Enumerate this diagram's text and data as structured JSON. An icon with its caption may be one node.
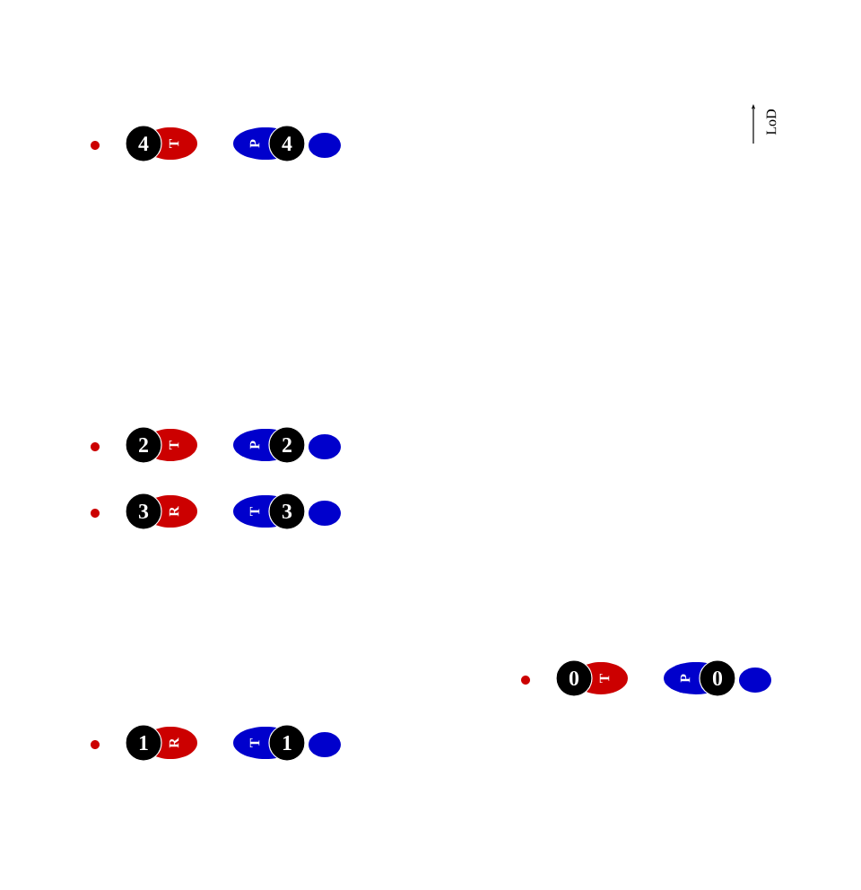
{
  "diagram": {
    "nodes": [
      {
        "text": [
          "4",
          "T"
        ]
      },
      {
        "text": [
          "4",
          "P"
        ]
      },
      {
        "text": [
          "2",
          "T"
        ]
      },
      {
        "text": [
          "2",
          "P"
        ]
      },
      {
        "text": [
          "3",
          "R"
        ]
      },
      {
        "text": [
          "3",
          "T"
        ]
      },
      {
        "text": [
          "0",
          "T"
        ]
      },
      {
        "text": [
          "0",
          "P"
        ]
      },
      {
        "text": [
          "1",
          "R"
        ]
      },
      {
        "text": [
          "1",
          "T"
        ]
      }
    ],
    "labels": [
      "LoD"
    ]
  }
}
